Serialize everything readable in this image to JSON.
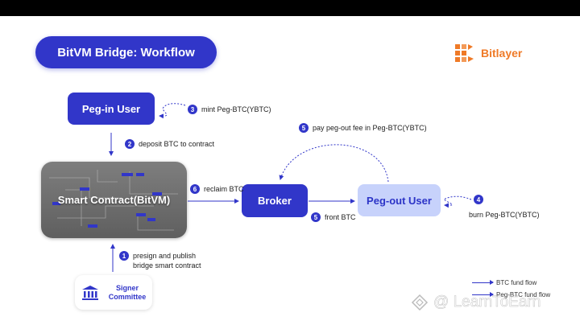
{
  "title": "BitVM Bridge: Workflow",
  "brand": {
    "name": "Bitlayer",
    "color": "#ef7a27",
    "icon": "bitlayer-logo-icon"
  },
  "nodes": {
    "peg_in_user": "Peg-in User",
    "smart_contract": "Smart Contract(BitVM)",
    "broker": "Broker",
    "peg_out_user": "Peg-out User",
    "signer_committee": "Signer Committee"
  },
  "steps": [
    {
      "num": "1",
      "text": "presign and publish bridge smart contract"
    },
    {
      "num": "2",
      "text": "deposit BTC to contract"
    },
    {
      "num": "3",
      "text": "mint Peg-BTC(YBTC)"
    },
    {
      "num": "4",
      "text": "burn Peg-BTC(YBTC)"
    },
    {
      "num": "5",
      "text": "front BTC"
    },
    {
      "num": "5",
      "text": "pay peg-out fee in Peg-BTC(YBTC)"
    },
    {
      "num": "6",
      "text": "reclaim BTC"
    }
  ],
  "legend": {
    "btc_flow": "BTC fund flow",
    "peg_btc_flow": "Peg-BTC fund flow"
  },
  "watermark": "@ LearnToEarn",
  "colors": {
    "primary": "#3136c9",
    "light": "#c7d2fb",
    "accent": "#ef7a27"
  }
}
